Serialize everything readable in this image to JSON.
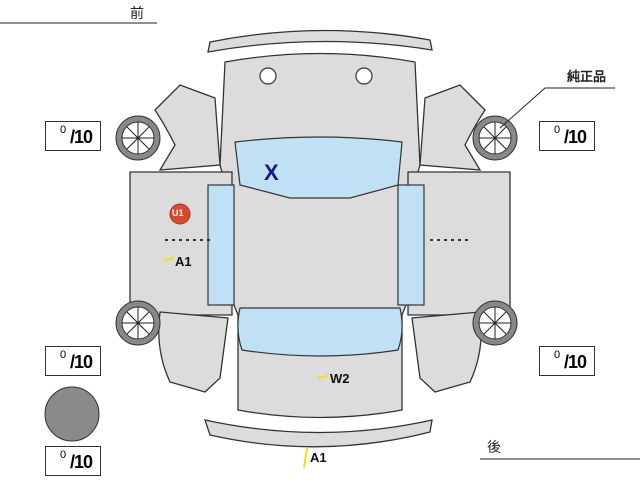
{
  "labels": {
    "front": "前",
    "rear": "後",
    "genuine": "純正品"
  },
  "tires": {
    "front_left": {
      "value": "0",
      "max": "/10"
    },
    "front_right": {
      "value": "0",
      "max": "/10"
    },
    "rear_left": {
      "value": "0",
      "max": "/10"
    },
    "rear_right": {
      "value": "0",
      "max": "/10"
    },
    "spare": {
      "value": "0",
      "max": "/10"
    }
  },
  "marks": {
    "windshield": "X",
    "left_front_door": "U1",
    "left_rear_door": "A1",
    "trunk": "W2",
    "rear_bumper": "A1"
  },
  "colors": {
    "body": "#dcdcdc",
    "glass": "#bfe0f5",
    "x_mark": "#1a1a7a",
    "u_mark": "#d9492b",
    "highlight": "#f2e200",
    "spare": "#8a8a8a"
  }
}
